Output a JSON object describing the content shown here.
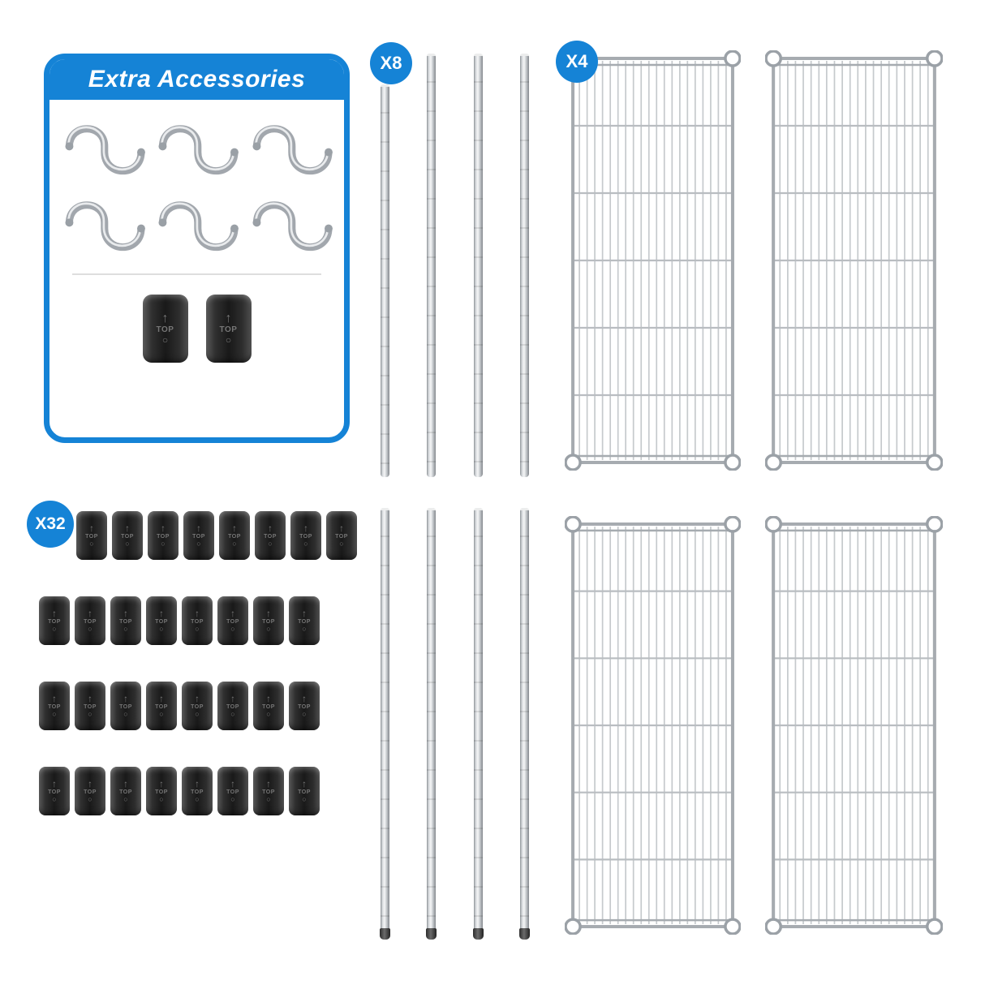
{
  "colors": {
    "accent": "#1583d6",
    "chrome": "#c6cacd",
    "clip_black": "#262626"
  },
  "accessories_panel": {
    "title": "Extra Accessories",
    "s_hook_count": 6,
    "clip_count": 2,
    "clip": {
      "arrow_glyph": "↑",
      "label": "TOP",
      "ring_glyph": "○"
    }
  },
  "poles": {
    "badge_label": "X8",
    "groups": 2,
    "per_group": 4
  },
  "shelves": {
    "badge_label": "X4",
    "count": 4
  },
  "clips_grid": {
    "badge_label": "X32",
    "rows": 4,
    "per_row": 8,
    "clip": {
      "arrow_glyph": "↑",
      "label": "TOP",
      "ring_glyph": "○"
    }
  }
}
